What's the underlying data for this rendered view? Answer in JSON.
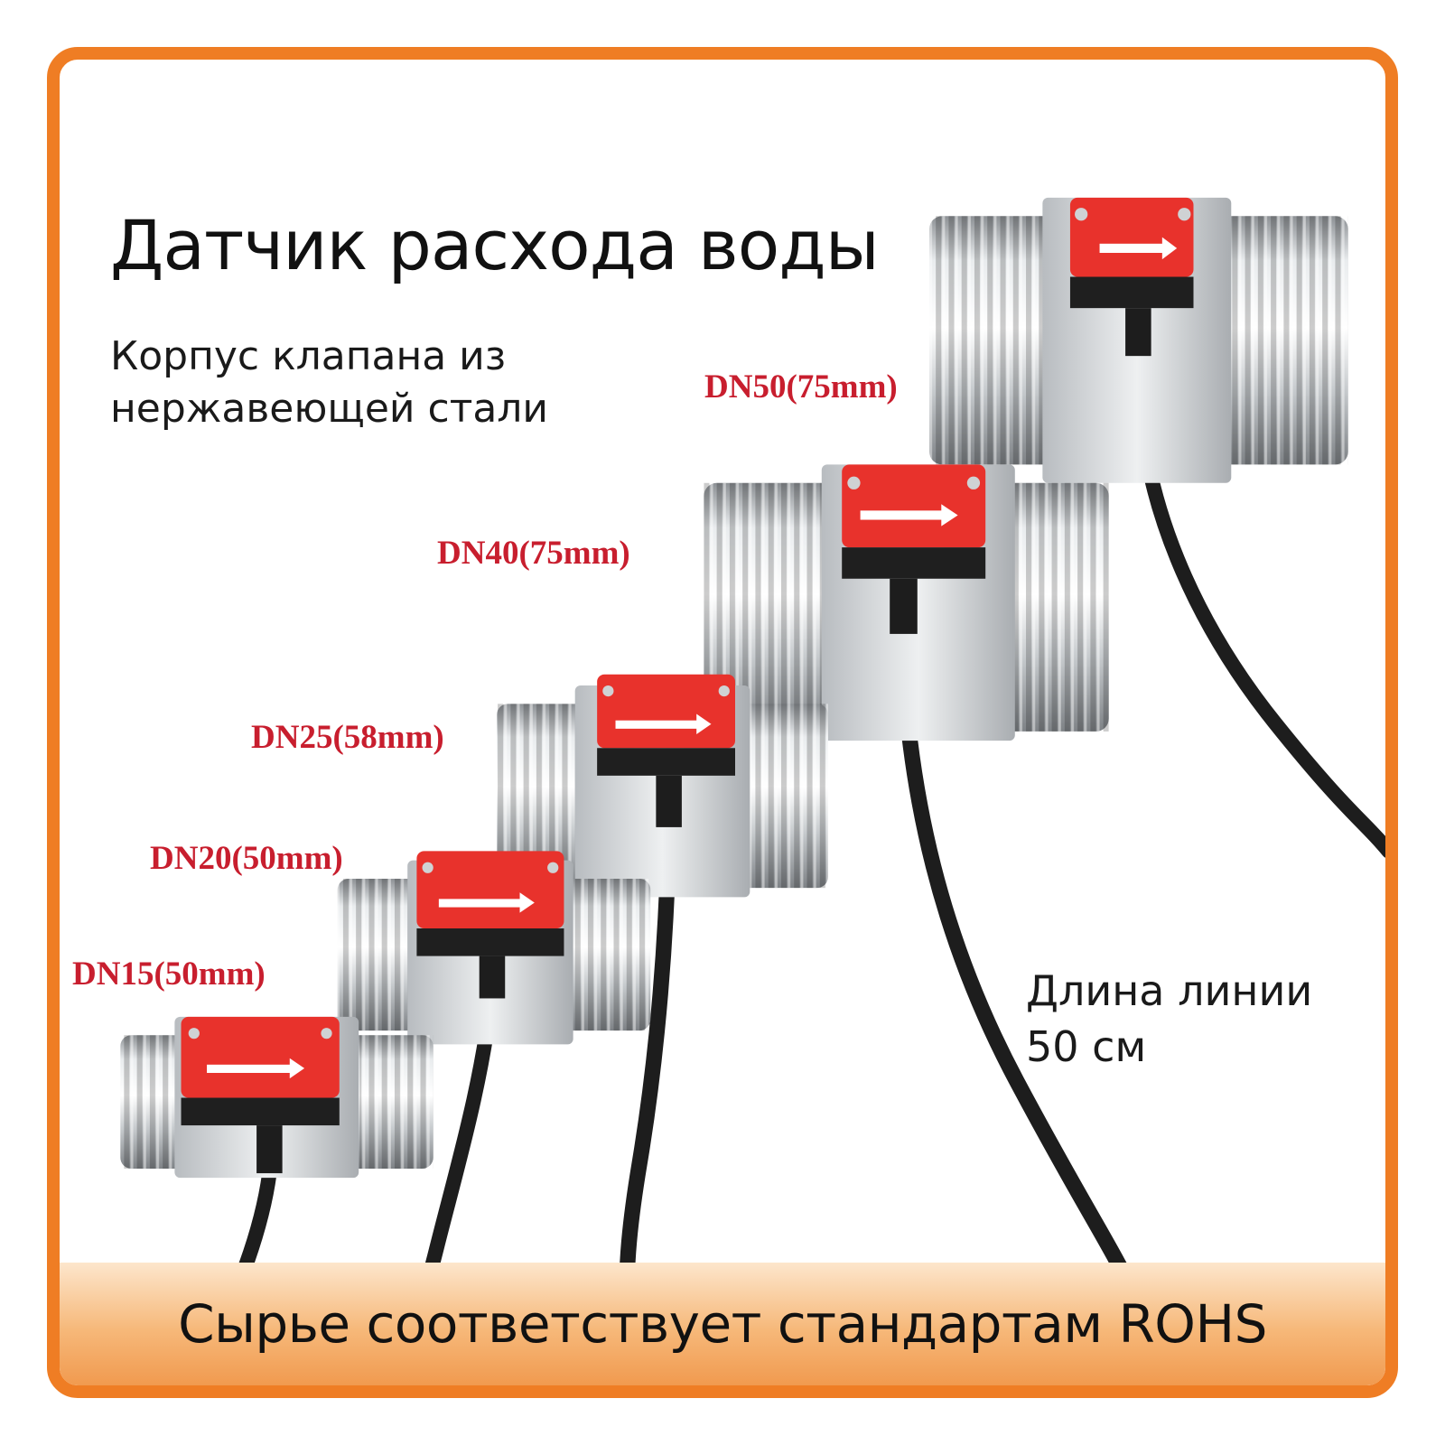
{
  "title": "Датчик расхода воды",
  "subtitle": {
    "line1": "Корпус клапана из",
    "line2": "нержавеющей стали"
  },
  "sizes": [
    {
      "label": "DN50(75mm)"
    },
    {
      "label": "DN40(75mm)"
    },
    {
      "label": "DN25(58mm)"
    },
    {
      "label": "DN20(50mm)"
    },
    {
      "label": "DN15(50mm)"
    }
  ],
  "cable_note": {
    "line1": "Длина линии",
    "line2": "50 см"
  },
  "footer": "Сырье соответствует стандартам ROHS",
  "colors": {
    "frame_border": "#ef7d24",
    "label_red": "#c81e2e",
    "sensor_red": "#e8322c",
    "footer_gradient_top": "#fde6cc",
    "footer_gradient_bottom": "#f19a4f"
  }
}
